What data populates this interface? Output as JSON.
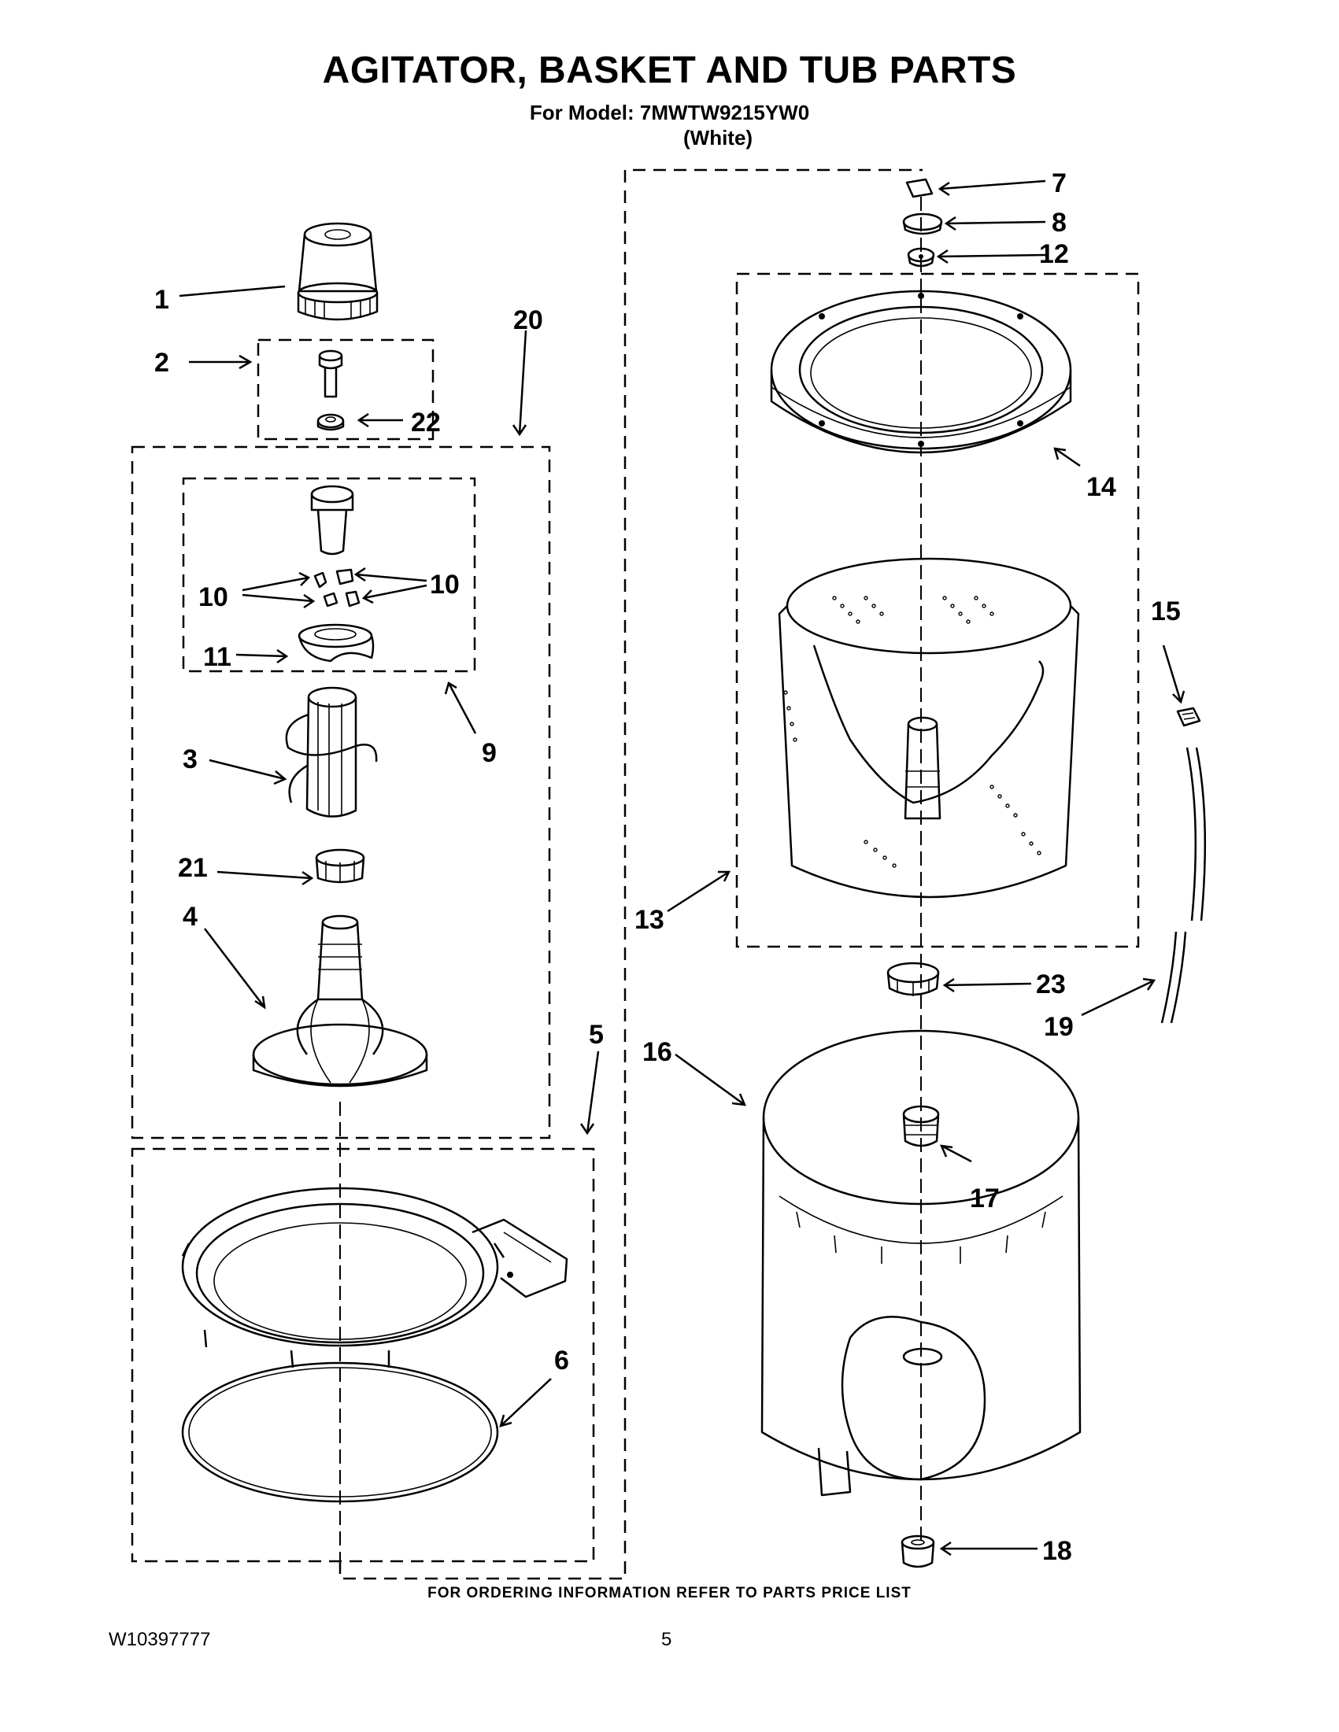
{
  "header": {
    "title": "AGITATOR, BASKET AND TUB PARTS",
    "model_line": "For Model: 7MWTW9215YW0",
    "color_line": "(White)"
  },
  "callouts": {
    "c1": "1",
    "c2": "2",
    "c3": "3",
    "c4": "4",
    "c5": "5",
    "c6": "6",
    "c7": "7",
    "c8": "8",
    "c9": "9",
    "c10a": "10",
    "c10b": "10",
    "c11": "11",
    "c12": "12",
    "c13": "13",
    "c14": "14",
    "c15": "15",
    "c16": "16",
    "c17": "17",
    "c18": "18",
    "c19": "19",
    "c20": "20",
    "c21": "21",
    "c22": "22",
    "c23": "23"
  },
  "footer": {
    "ordering_note": "FOR ORDERING INFORMATION REFER TO PARTS PRICE LIST",
    "document_number": "W10397777",
    "page_number": "5"
  }
}
